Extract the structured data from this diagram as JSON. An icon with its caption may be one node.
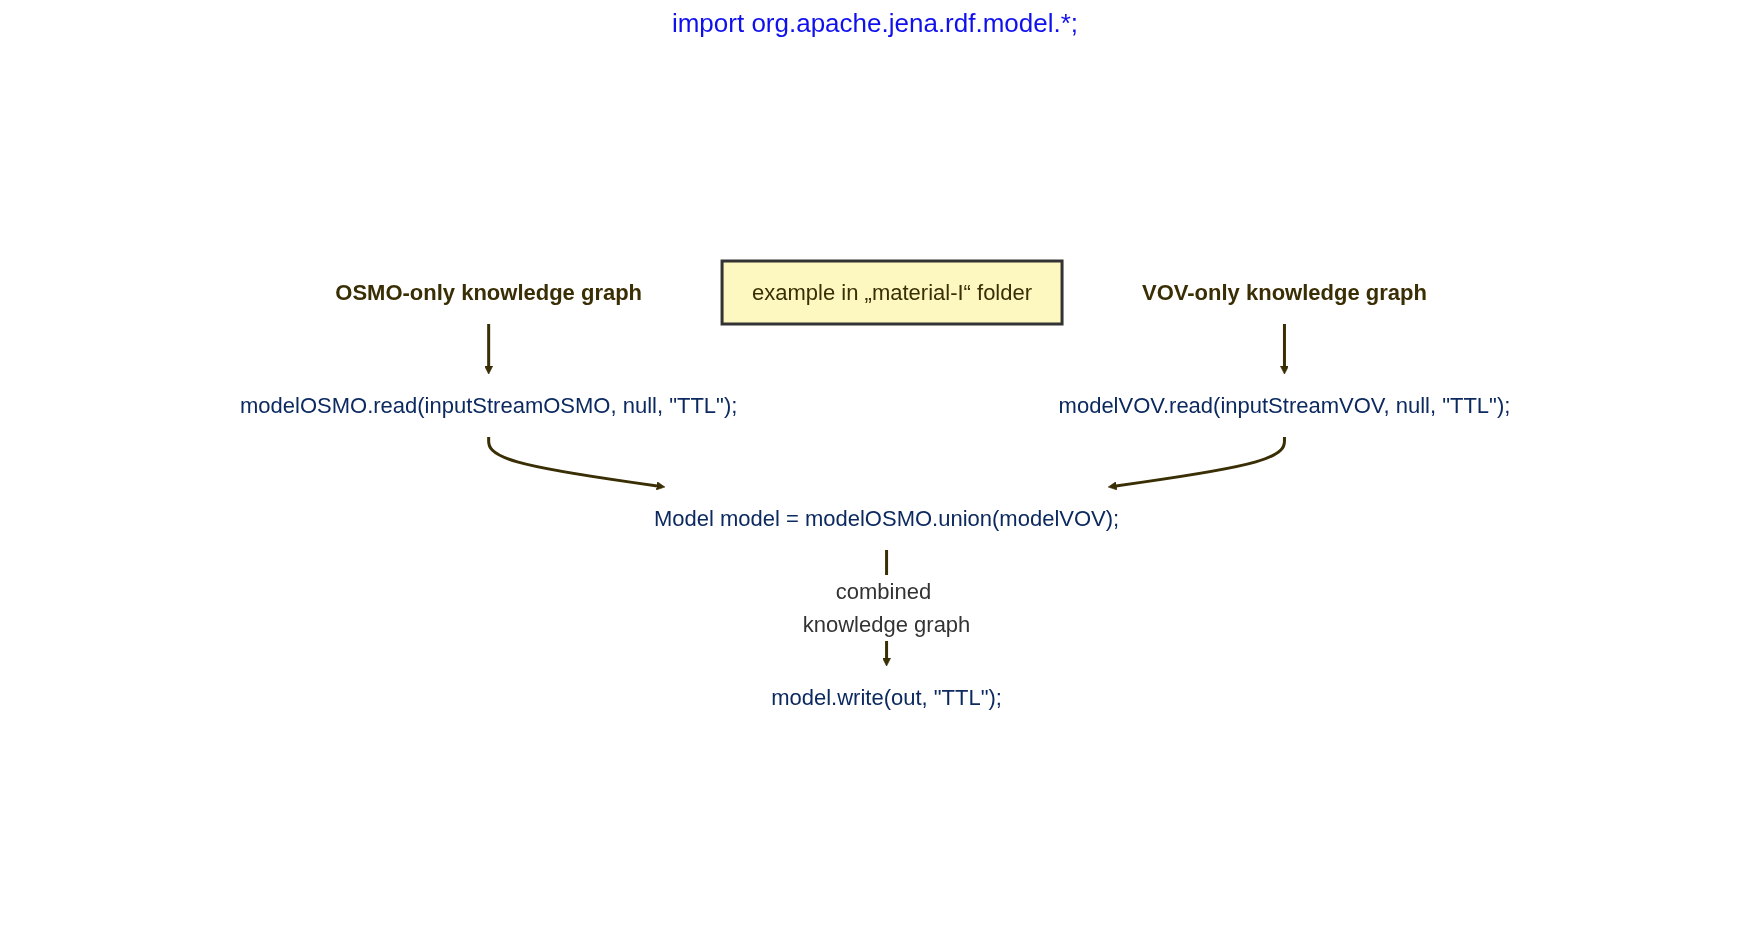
{
  "diagram": {
    "nodes": [
      {
        "text": [
          "OSMO-only knowledge graph"
        ]
      },
      {
        "text": [
          "example in „material-I“ folder"
        ]
      },
      {
        "text": [
          "VOV-only knowledge graph"
        ]
      },
      {
        "text": [
          "modelOSMO.read(inputStreamOSMO, null, \"TTL\");"
        ]
      },
      {
        "text": [
          "modelVOV.read(inputStreamVOV, null, \"TTL\");"
        ]
      },
      {
        "text": [
          "Model model = modelOSMO.union(modelVOV);"
        ]
      },
      {
        "text": [
          "model.write(out, \"TTL\");"
        ]
      }
    ],
    "edges": [
      {
        "from": 0,
        "to": 3,
        "arrow": "to"
      },
      {
        "from": 2,
        "to": 4,
        "arrow": "to"
      },
      {
        "from": 3,
        "to": 5,
        "arrow": "to"
      },
      {
        "from": 4,
        "to": 5,
        "arrow": "to"
      },
      {
        "from": 5,
        "to": 6,
        "arrow": "to",
        "label": "combined knowledge graph"
      }
    ],
    "labels": [
      "import org.apache.jena.rdf.model.*;"
    ]
  }
}
